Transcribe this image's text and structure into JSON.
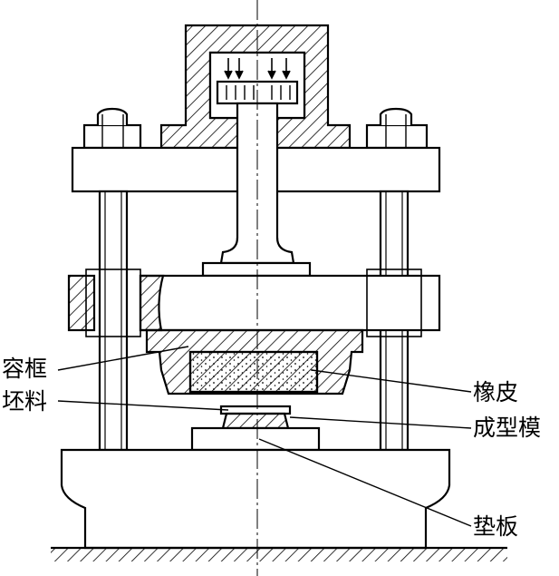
{
  "labels": {
    "container_frame": "容框",
    "blank_material": "坯料",
    "rubber": "橡皮",
    "forming_die": "成型模",
    "backing_plate": "垫板"
  }
}
